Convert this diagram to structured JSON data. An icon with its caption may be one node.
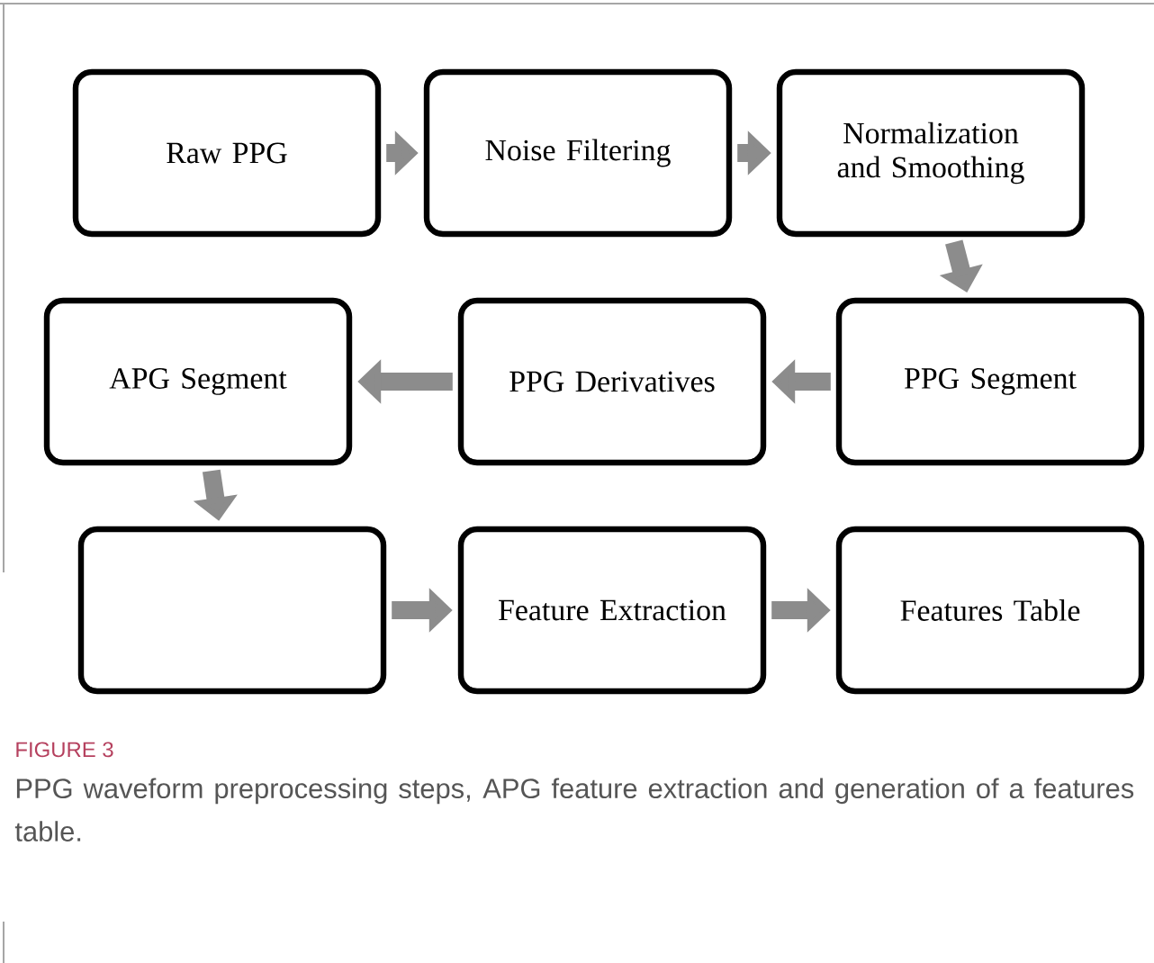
{
  "diagram": {
    "caption": "PPG waveform preprocessing steps, APG feature extraction and generation of a features table.",
    "nodes": [
      {
        "text": [
          "Raw PPG"
        ]
      },
      {
        "text": [
          "Noise Filtering"
        ]
      },
      {
        "text": [
          "Normalization and Smoothing"
        ]
      },
      {
        "text": [
          "PPG Segment"
        ]
      },
      {
        "text": [
          "PPG Derivatives"
        ]
      },
      {
        "text": [
          "APG Segment"
        ]
      },
      {
        "text": [],
        "shape": "box"
      },
      {
        "text": [
          "Feature Extraction"
        ]
      },
      {
        "text": [
          "Features Table"
        ]
      }
    ],
    "edges": [
      {
        "from": 0,
        "to": 1,
        "arrow": "to"
      },
      {
        "from": 1,
        "to": 2,
        "arrow": "to"
      },
      {
        "from": 2,
        "to": 3,
        "arrow": "to"
      },
      {
        "from": 3,
        "to": 4,
        "arrow": "to"
      },
      {
        "from": 4,
        "to": 5,
        "arrow": "to"
      },
      {
        "from": 5,
        "to": 6,
        "arrow": "to"
      },
      {
        "from": 6,
        "to": 7,
        "arrow": "to"
      },
      {
        "from": 7,
        "to": 8,
        "arrow": "to"
      }
    ],
    "labels": [
      "FIGURE 3"
    ]
  }
}
